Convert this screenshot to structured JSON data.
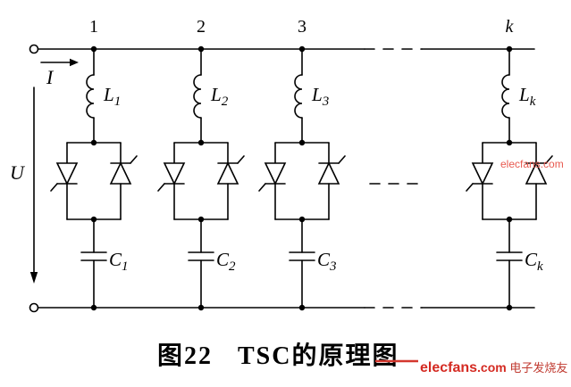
{
  "figure": {
    "caption_figure": "图22",
    "caption_title": "TSC的原理图"
  },
  "labels": {
    "current": "I",
    "voltage": "U"
  },
  "branches": [
    {
      "number": "1",
      "inductor_base": "L",
      "inductor_sub": "1",
      "capacitor_base": "C",
      "capacitor_sub": "1"
    },
    {
      "number": "2",
      "inductor_base": "L",
      "inductor_sub": "2",
      "capacitor_base": "C",
      "capacitor_sub": "2"
    },
    {
      "number": "3",
      "inductor_base": "L",
      "inductor_sub": "3",
      "capacitor_base": "C",
      "capacitor_sub": "3"
    },
    {
      "number": "k",
      "inductor_base": "L",
      "inductor_sub": "k",
      "capacitor_base": "C",
      "capacitor_sub": "k"
    }
  ],
  "watermarks": {
    "side": "elecfans.com",
    "bottom_brand": "elecfans",
    "bottom_domain": ".com",
    "bottom_cn": " 电子发烧友"
  },
  "colors": {
    "line": "#000000",
    "watermark_red": "#d42a22"
  }
}
